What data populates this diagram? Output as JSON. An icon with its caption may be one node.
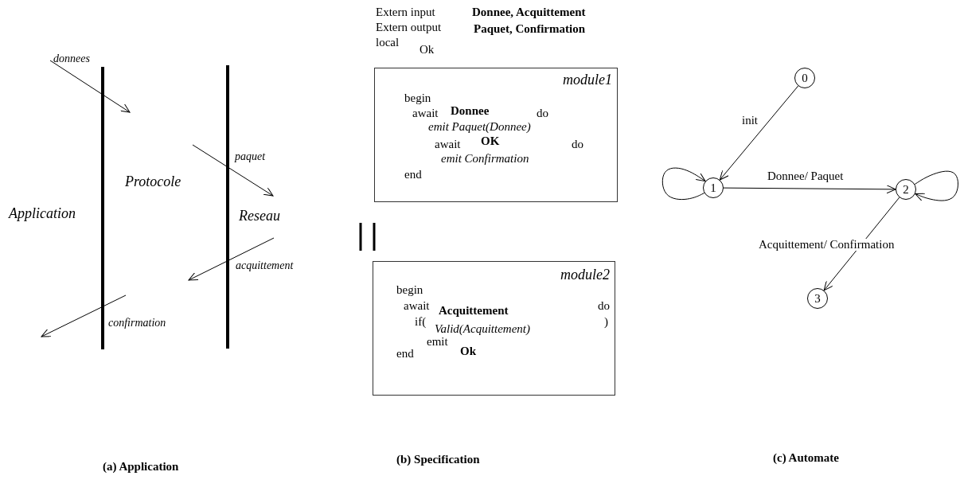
{
  "diagram": {
    "nodes": [
      {
        "text": [
          "module1",
          "begin",
          "await",
          "Donnee",
          "do",
          "emit Paquet(Donnee)",
          "await",
          "OK",
          "do",
          "emit Confirmation",
          "end"
        ]
      },
      {
        "text": [
          "module2",
          "begin",
          "await",
          "Acquittement",
          "do",
          "if(",
          "Valid(Acquittement)",
          ")",
          "emit",
          "end",
          "Ok"
        ]
      },
      {
        "text": [
          "0"
        ]
      },
      {
        "text": [
          "1"
        ]
      },
      {
        "text": [
          "2"
        ]
      },
      {
        "text": [
          "3"
        ]
      }
    ],
    "edges": [
      {
        "from": 2,
        "to": 3,
        "arrow": "to",
        "label": "init"
      },
      {
        "from": 3,
        "to": 3,
        "arrow": "to"
      },
      {
        "from": 3,
        "to": 4,
        "arrow": "to",
        "label": "Donnee/ Paquet"
      },
      {
        "from": 4,
        "to": 4,
        "arrow": "to"
      },
      {
        "from": 4,
        "to": 5,
        "arrow": "to",
        "label": "Acquittement/ Confirmation"
      }
    ],
    "labels": [
      "donnees",
      "Protocole",
      "paquet",
      "Application",
      "Reseau",
      "acquittement",
      "confirmation",
      "Extern input",
      "Donnee, Acquittement",
      "Extern output",
      "Paquet, Confirmation",
      "local",
      "Ok",
      "(a) Application",
      "(b) Specification",
      "(c) Automate"
    ]
  }
}
